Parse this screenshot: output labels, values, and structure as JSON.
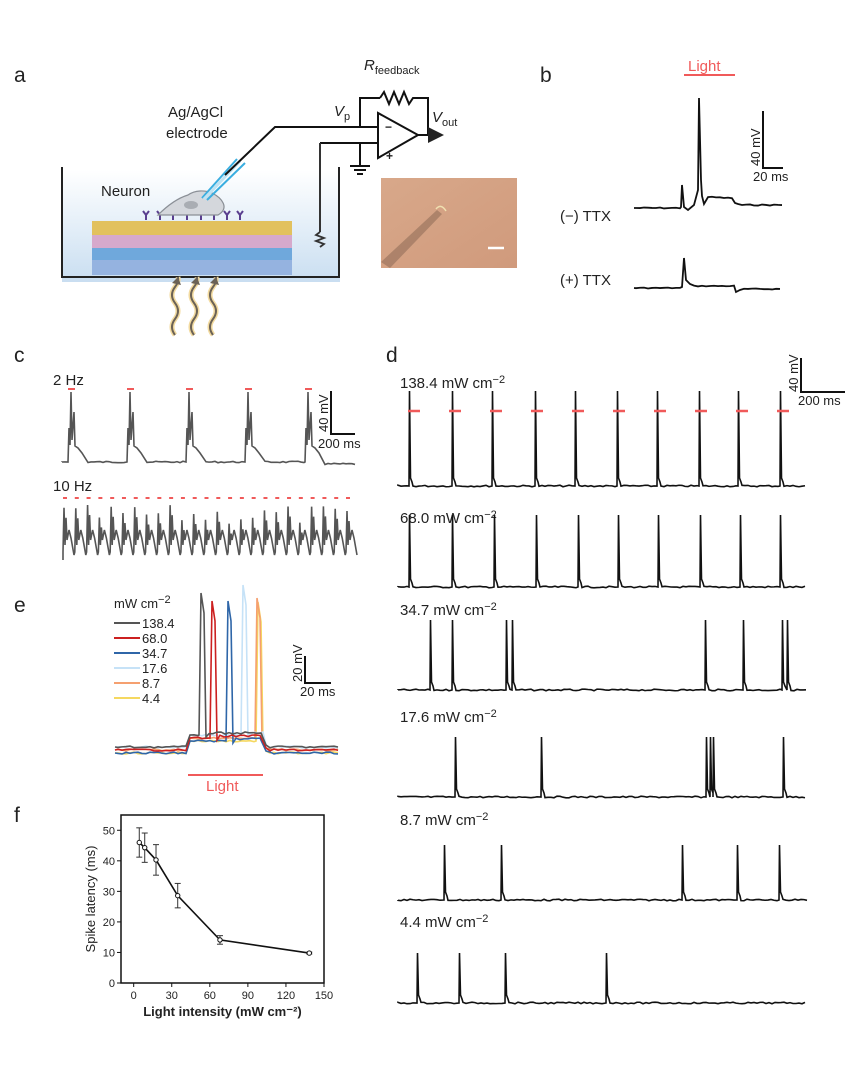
{
  "panels": {
    "a": {
      "letter": "a",
      "electrode_label_1": "Ag/AgCl",
      "electrode_label_2": "electrode",
      "neuron_label": "Neuron",
      "feedback_R": "R",
      "feedback_sub": "feedback",
      "vp": "V",
      "vp_sub": "p",
      "vout": "V",
      "vout_sub": "out",
      "minus": "−",
      "plus": "+",
      "layer_colors": [
        "#e2c15e",
        "#d6a9cc",
        "#6fa8dc",
        "#95b3e0"
      ],
      "bath_color": "#dce9f5"
    },
    "b": {
      "letter": "b",
      "light_label": "Light",
      "trace_labels": [
        "(−) TTX",
        "(+) TTX"
      ],
      "scale_y": "40 mV",
      "scale_x": "20 ms"
    },
    "c": {
      "letter": "c",
      "rows": [
        "2 Hz",
        "10 Hz"
      ],
      "scale_y": "40 mV",
      "scale_x": "200 ms",
      "pulses_2hz": 5,
      "pulses_10hz": 25
    },
    "d": {
      "letter": "d",
      "scale_y": "40 mV",
      "scale_x": "200 ms",
      "unit": "mW cm",
      "unit_sup": "−2",
      "rows": [
        "138.4",
        "68.0",
        "34.7",
        "17.6",
        "8.7",
        "4.4"
      ],
      "pulses": 10
    },
    "e": {
      "letter": "e",
      "legend_title": "mW cm",
      "legend_sup": "−2",
      "legend": [
        {
          "label": "138.4",
          "color": "#555555"
        },
        {
          "label": "68.0",
          "color": "#cc2020"
        },
        {
          "label": "34.7",
          "color": "#2f66a8"
        },
        {
          "label": "17.6",
          "color": "#c6e2f7"
        },
        {
          "label": "8.7",
          "color": "#f5a070"
        },
        {
          "label": "4.4",
          "color": "#f5d860"
        }
      ],
      "scale_y": "20 mV",
      "scale_x": "20 ms",
      "light_label": "Light"
    },
    "f": {
      "letter": "f"
    }
  },
  "colors": {
    "light_red": "#f05a5a",
    "trace_black": "#111111",
    "trace_gray": "#555555"
  },
  "chart_data": {
    "type": "line",
    "title": "",
    "xlabel": "Light intensity (mW cm⁻²)",
    "ylabel": "Spike latency (ms)",
    "xlim": [
      -10,
      150
    ],
    "ylim": [
      0,
      55
    ],
    "xticks": [
      0,
      30,
      60,
      90,
      120,
      150
    ],
    "yticks": [
      0,
      10,
      20,
      30,
      40,
      50
    ],
    "grid": false,
    "x": [
      4.4,
      8.7,
      17.6,
      34.7,
      68.0,
      138.4
    ],
    "series": [
      {
        "name": "Spike latency",
        "values": [
          46,
          44.3,
          40.3,
          28.6,
          14.1,
          9.8
        ],
        "errors": [
          4.8,
          4.8,
          5.0,
          4.0,
          1.4,
          0.3
        ]
      }
    ]
  }
}
